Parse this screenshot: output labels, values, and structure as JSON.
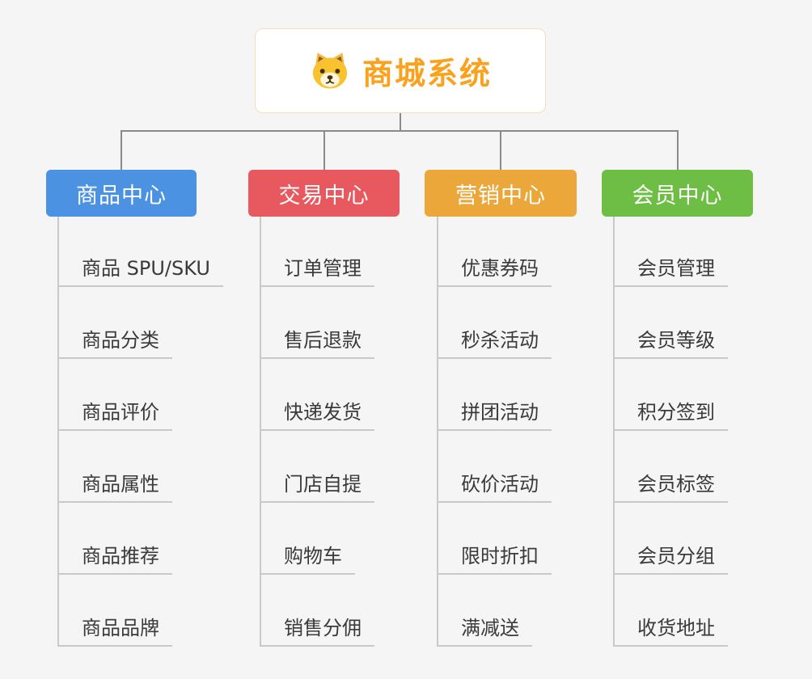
{
  "root": {
    "title": "商城系统",
    "icon": "dog-icon"
  },
  "branches": [
    {
      "label": "商品中心",
      "color": "#4c92e3",
      "children": [
        "商品 SPU/SKU",
        "商品分类",
        "商品评价",
        "商品属性",
        "商品推荐",
        "商品品牌"
      ]
    },
    {
      "label": "交易中心",
      "color": "#e7595e",
      "children": [
        "订单管理",
        "售后退款",
        "快递发货",
        "门店自提",
        "购物车",
        "销售分佣"
      ]
    },
    {
      "label": "营销中心",
      "color": "#eba73a",
      "children": [
        "优惠券码",
        "秒杀活动",
        "拼团活动",
        "砍价活动",
        "限时折扣",
        "满减送"
      ]
    },
    {
      "label": "会员中心",
      "color": "#6ebd45",
      "children": [
        "会员管理",
        "会员等级",
        "积分签到",
        "会员标签",
        "会员分组",
        "收货地址"
      ]
    }
  ],
  "palette": {
    "background": "#f5f5f5",
    "root_text": "#faa21d",
    "root_border": "#f3ddba",
    "connector_dark": "#8a8a8a",
    "connector_light": "#c9c9c9"
  }
}
